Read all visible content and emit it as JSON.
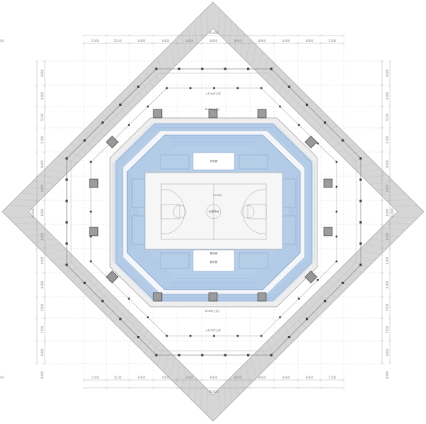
{
  "colors": {
    "outer_shell": "#d3d3d3",
    "seat_blue": "#b6cde8",
    "seat_line": "#7ea3cf",
    "concourse": "#f2f2f2",
    "court": "#f0f0f0",
    "line": "#9a9a9a",
    "column": "#3c3c3c"
  },
  "dimensions": {
    "top_total": "92400",
    "bottom_total": "92400",
    "left_total": "92400",
    "right_total": "92400",
    "top_segments": [
      "5100",
      "5100",
      "8400",
      "8400",
      "8400",
      "8400",
      "8400",
      "8400",
      "8400",
      "8400",
      "5100",
      "5100"
    ],
    "bottom_segments": [
      "5100",
      "5100",
      "8400",
      "8400",
      "8400",
      "8400",
      "8400",
      "8400",
      "8400",
      "8400",
      "5100",
      "5100"
    ],
    "left_segments": [
      "8400",
      "8400",
      "5100",
      "5100",
      "8400",
      "8400",
      "8400",
      "8400",
      "8400",
      "8400",
      "5100",
      "5100",
      "8400",
      "8400"
    ],
    "right_segments": [
      "8400",
      "8400",
      "5100",
      "5100",
      "8400",
      "8400",
      "8400",
      "8400",
      "8400",
      "8400",
      "5100",
      "5100",
      "8400",
      "8400"
    ]
  },
  "labels": {
    "north_entrance": "入口大厅上空",
    "south_entrance": "入口大厅上空",
    "level_top": "6.000(上空)",
    "level_bottom": "6.000(上空)",
    "court_level": "±0.000",
    "court_center": "比赛场地",
    "north_box": "贵宾席",
    "south_box_1": "媒体席",
    "south_box_2": "裁判席"
  }
}
